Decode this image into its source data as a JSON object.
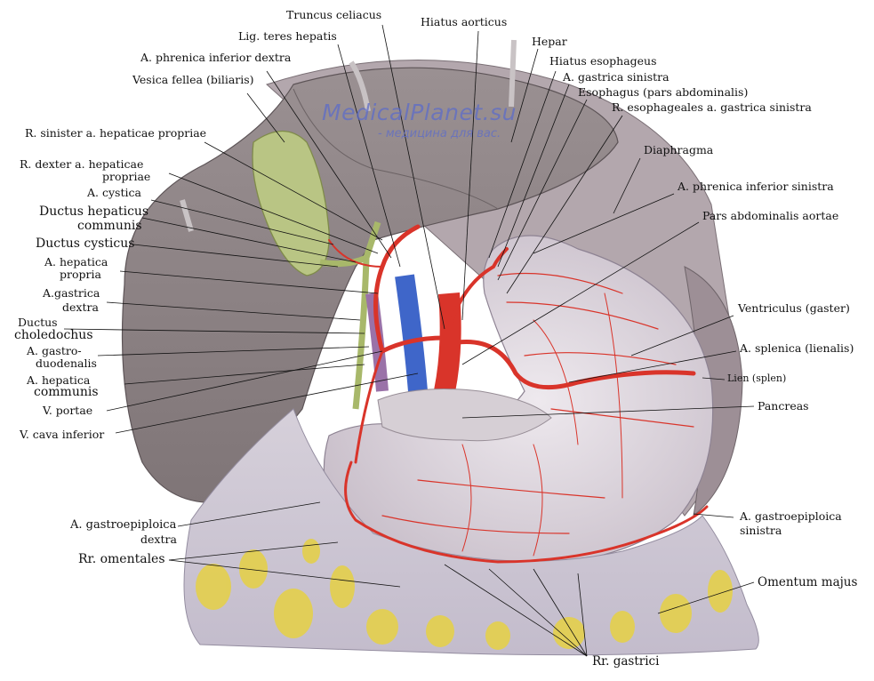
{
  "labels": {
    "truncus_celiacus": "Truncus celiacus",
    "hiatus_aorticus": "Hiatus aorticus",
    "lig_teres_hepatis": "Lig. teres hepatis",
    "hepar": "Hepar",
    "a_phrenica_inferior_dextra": "A. phrenica inferior dextra",
    "hiatus_esophageus": "Hiatus esophageus",
    "vesica_fellea": "Vesica fellea (biliaris)",
    "a_gastrica_sinistra": "A. gastrica sinistra",
    "esophagus": "Esophagus (pars abdominalis)",
    "r_esophageales": "R. esophageales a. gastrica sinistra",
    "r_sinister": "R. sinister a. hepaticae propriae",
    "diaphragma": "Diaphragma",
    "r_dexter_1": "R. dexter a. hepaticae",
    "r_dexter_2": "propriae",
    "a_phrenica_inferior_sinistra": "A. phrenica inferior sinistra",
    "a_cystica": "A. cystica",
    "ductus_hepaticus_1": "Ductus hepaticus",
    "ductus_hepaticus_2": "communis",
    "pars_abdominalis_aortae": "Pars abdominalis aortae",
    "ductus_cysticus": "Ductus cysticus",
    "a_hepatica_propria_1": "A. hepatica",
    "a_hepatica_propria_2": "propria",
    "a_gastrica_dextra_1": "A.gastrica",
    "a_gastrica_dextra_2": "dextra",
    "ventriculus": "Ventriculus (gaster)",
    "ductus_choledochus_1": "Ductus",
    "ductus_choledochus_2": "choledochus",
    "a_splenica": "A. splenica (lienalis)",
    "a_gastroduodenalis_1": "A. gastro-",
    "a_gastroduodenalis_2": "duodenalis",
    "lien": "Lien (splen)",
    "a_hepatica_communis_1": "A. hepatica",
    "a_hepatica_communis_2": "communis",
    "v_portae": "V. portae",
    "pancreas": "Pancreas",
    "v_cava_inferior": "V. cava inferior",
    "a_gastroepiploica_dextra_1": "A. gastroepiploica",
    "a_gastroepiploica_dextra_2": "dextra",
    "a_gastroepiploica_sinistra_1": "A. gastroepiploica",
    "a_gastroepiploica_sinistra_2": "sinistra",
    "rr_omentales": "Rr. omentales",
    "omentum_majus": "Omentum majus",
    "rr_gastrici": "Rr. gastrici"
  },
  "watermark": {
    "site": "MedicalPlanet.su",
    "tagline": "- медицина для вас."
  },
  "colors": {
    "liver": "#8e8486",
    "stomach": "#ddd6dc",
    "artery": "#d9342a",
    "vein_cava": "#3f66c9",
    "bile_duct": "#a8b86a",
    "gallbladder": "#b9c584",
    "fat": "#e3cf52",
    "leader_line": "#111111"
  }
}
